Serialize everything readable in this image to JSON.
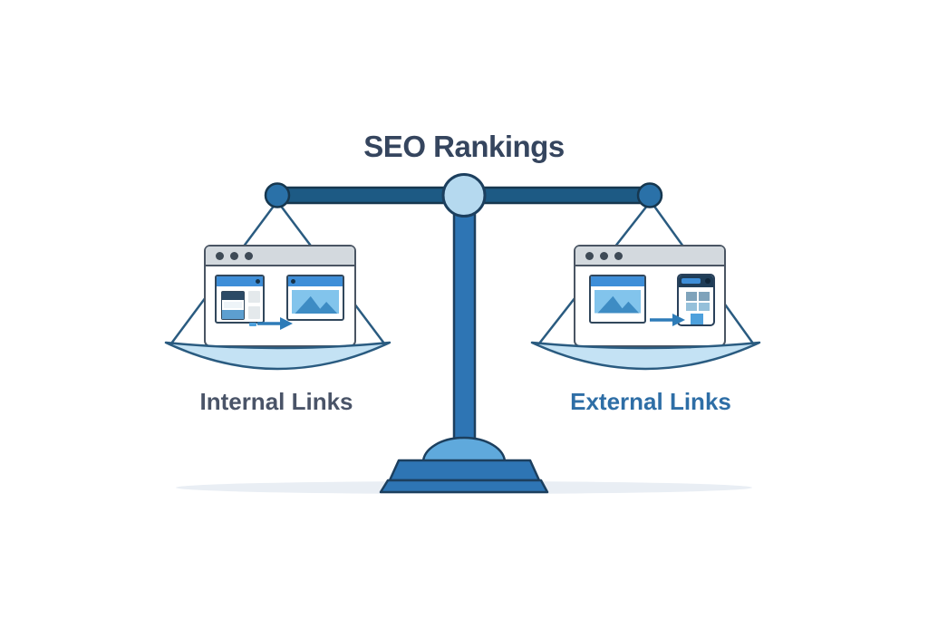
{
  "title": "SEO Rankings",
  "balance": {
    "left": {
      "label": "Internal Links"
    },
    "right": {
      "label": "External Links"
    }
  },
  "icons": {
    "window_dot": "●",
    "link_arrow": "→",
    "image_placeholder": "mountain-photo",
    "pan_dish": "scale-pan",
    "pivot": "fulcrum-circle"
  },
  "colors": {
    "title_text": "#35455e",
    "internal_label": "#4a5468",
    "external_label": "#2e6ea6",
    "beam": "#1d5a84",
    "beam_outline": "#16374f",
    "hinge_fill": "#2a71a8",
    "pivot_fill": "#b5d9ef",
    "string": "#2a5b80",
    "pan_fill": "#c4e2f4",
    "pan_outline": "#2a5b80",
    "pillar": "#2e75b4",
    "dome": "#5fa9dc",
    "base": "#2e75b4",
    "outline_dark": "#1c3f5e",
    "shadow": "#e9eef4",
    "browser_border": "#4a5563",
    "browser_titlebar": "#d3d9de",
    "browser_dot": "#3e4a56",
    "mini_border": "#31475c",
    "mini_header": "#3e8ed8",
    "image_bg": "#82c4ec",
    "image_mountain": "#3e8cc4",
    "arrow": "#2e7cb8",
    "card_top": "#2b4a66",
    "card_mid": "#eef4f8",
    "card_bot": "#5d9fd0",
    "gray_block": "#e4e9ec",
    "blue_dash": "#4da0dc",
    "grid_cell_a": "#7fa3bb",
    "grid_cell_b": "#95c0da",
    "phone_border": "#28405a",
    "phone_header": "#1f3d58",
    "phone_bar": "#3e8ed8"
  }
}
